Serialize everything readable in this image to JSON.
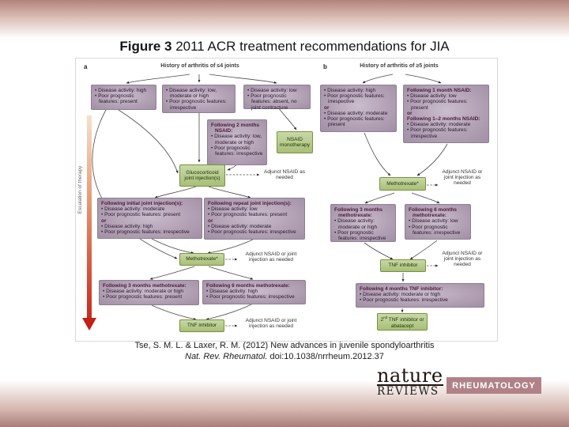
{
  "slide": {
    "title": {
      "bold": "Figure 3",
      "rest": " 2011 ACR treatment recommendations for JIA"
    },
    "citation": {
      "line1": "Tse, S. M. L. & Laxer, R. M. (2012) New advances in juvenile spondyloarthritis",
      "journal_italic": "Nat. Rev. Rheumatol.",
      "doi": " doi:10.1038/nrrheum.2012.37"
    },
    "logo": {
      "brand_top": "nature",
      "brand_bottom": "REVIEWS",
      "journal": "RHEUMATOLOGY"
    }
  },
  "figure": {
    "escalation_label": "Escalation of therapy",
    "panel_a": {
      "letter": "a",
      "header": "History of arthritis of ≤4 joints",
      "box_high_present": {
        "lines": [
          {
            "t": "• Disease activity: high"
          },
          {
            "t": "• Poor prognostic features: present"
          }
        ]
      },
      "box_any_irrespective": {
        "lines": [
          {
            "t": "• Disease activity: low, moderate or high"
          },
          {
            "t": "• Poor prognostic features: irrespective"
          }
        ]
      },
      "box_low_absent": {
        "lines": [
          {
            "t": "• Disease activity: low"
          },
          {
            "t": "• Poor prognostic features: absent, no joint contracture"
          }
        ]
      },
      "box_following_2mo_nsaid": {
        "lines": [
          {
            "t": "Following 2 months NSAID:",
            "b": true
          },
          {
            "t": "• Disease activity: low, moderate or high"
          },
          {
            "t": "• Poor prognostic features: irrespective"
          }
        ]
      },
      "nsaid_monotherapy": "NSAID monotherapy",
      "glucocorticoid": "Glucocorticoid joint injection(s)",
      "adjunct_nsaid": "Adjunct NSAID as needed",
      "box_following_initial": {
        "lines": [
          {
            "t": "Following initial joint injection(s):",
            "b": true
          },
          {
            "t": "• Disease activity: moderate"
          },
          {
            "t": "• Poor prognostic features: present"
          },
          {
            "t": "or",
            "b": true
          },
          {
            "t": "• Disease activity: high"
          },
          {
            "t": "• Poor prognostic features: irrespective"
          }
        ]
      },
      "box_following_repeat": {
        "lines": [
          {
            "t": "Following repeat joint injection(s):",
            "b": true
          },
          {
            "t": "• Disease activity: low"
          },
          {
            "t": "• Poor prognostic features: present"
          },
          {
            "t": "or",
            "b": true
          },
          {
            "t": "• Disease activity: moderate"
          },
          {
            "t": "• Poor prognostic features: irrespective"
          }
        ]
      },
      "methotrexate": "Methotrexate*",
      "adjunct_mtx": "Adjunct NSAID or joint injection as needed",
      "box_3mo_mtx": {
        "lines": [
          {
            "t": "Following 3 months methotrexate:",
            "b": true
          },
          {
            "t": "• Disease activity: moderate or high"
          },
          {
            "t": "• Poor prognostic features: present"
          }
        ]
      },
      "box_6mo_mtx": {
        "lines": [
          {
            "t": "Following 6 months methotrexate:",
            "b": true
          },
          {
            "t": "• Disease activity: high"
          },
          {
            "t": "• Poor prognostic features: irrespective"
          }
        ]
      },
      "tnf_inhibitor": "TNF inhibitor",
      "adjunct_tnf": "Adjunct NSAID or joint injection as needed"
    },
    "panel_b": {
      "letter": "b",
      "header": "History of arthritis of ≥5 joints",
      "box_entry": {
        "lines": [
          {
            "t": "• Disease activity: high"
          },
          {
            "t": "• Poor prognostic features: irrespective"
          },
          {
            "t": "or",
            "b": true
          },
          {
            "t": "• Disease activity: moderate"
          },
          {
            "t": "• Poor prognostic features: present"
          }
        ]
      },
      "box_following_nsaid": {
        "lines": [
          {
            "t": "Following 1 month NSAID:",
            "b": true
          },
          {
            "t": "• Disease activity: low"
          },
          {
            "t": "• Poor prognostic features: present"
          },
          {
            "t": "or",
            "b": true
          },
          {
            "t": "Following 1–2 months NSAID:",
            "b": true
          },
          {
            "t": "• Disease activity: moderate"
          },
          {
            "t": "• Poor prognostic features: irrespective"
          }
        ]
      },
      "methotrexate": "Methotrexate*",
      "adjunct_mtx": "Adjunct NSAID or joint injection as needed",
      "box_3mo_mtx": {
        "lines": [
          {
            "t": "Following 3 months methotrexate:",
            "b": true
          },
          {
            "t": "• Disease activity: moderate or high"
          },
          {
            "t": "• Poor prognostic features: irrespective"
          }
        ]
      },
      "box_6mo_mtx": {
        "lines": [
          {
            "t": "Following 6 months methotrexate:",
            "b": true
          },
          {
            "t": "• Disease activity: low"
          },
          {
            "t": "• Poor prognostic features: irrespective"
          }
        ]
      },
      "tnf_inhibitor": "TNF inhibitor",
      "adjunct_tnf": "Adjunct NSAID or joint injection as needed",
      "box_4mo_tnf": {
        "lines": [
          {
            "t": "Following 4 months TNF inhibitor:",
            "b": true
          },
          {
            "t": "• Disease activity: moderate or high"
          },
          {
            "t": "• Poor prognostic features: irrespective"
          }
        ]
      },
      "second_tnf": {
        "pre": "2",
        "sup": "nd",
        "rest": " TNF inhibitor or abatacept"
      }
    }
  },
  "colors": {
    "purple_box": "#b3a2b5",
    "green_box": "#b8cd93",
    "escalation_start": "#f6e0cf",
    "escalation_end": "#c92a1a",
    "logo_box": "#b08287",
    "band": "#b2837b"
  }
}
